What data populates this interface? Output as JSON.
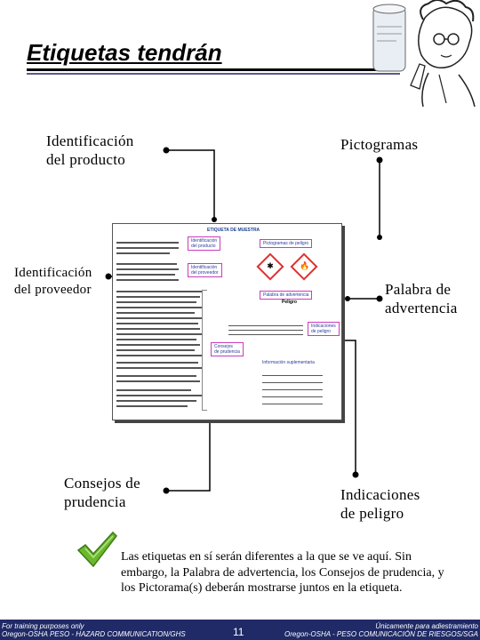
{
  "slide": {
    "title": "Etiquetas tendrán"
  },
  "callouts": {
    "ident_producto": "Identificación\ndel producto",
    "pictogramas": "Pictogramas",
    "ident_proveedor": "Identificación\ndel proveedor",
    "palabra_advertencia": "Palabra de\nadvertencia",
    "consejos_prudencia": "Consejos de\nprudencia",
    "indicaciones_peligro": "Indicaciones\nde peligro"
  },
  "sample_label": {
    "title": "ETIQUETA DE MUESTRA",
    "tags": {
      "ident_producto": "Identificación\ndel producto",
      "pictogramas": "Pictogramas de peligro",
      "ident_proveedor": "Identificación\ndel proveedor",
      "palabra": "Palabra de advertencia",
      "palabra_value": "Peligro",
      "indicaciones": "Indicaciones\nde peligro",
      "consejos": "Consejos\nde prudencia",
      "info_sup": "Información suplementaria"
    }
  },
  "note": "Las etiquetas en sí serán diferentes a la que se ve aquí.  Sin embargo, la Palabra de advertencia, los Consejos de prudencia, y los Pictorama(s) deberán mostrarse juntos en la etiqueta.",
  "footer": {
    "left": "For training purposes only\nOregon-OSHA PESO - HAZARD COMMUNICATION/GHS",
    "page": "11",
    "right": "Únicamente para adiestramiento\nOregon-OSHA - PESO COMUNICACIÓN DE RIESGOS/SGA"
  },
  "colors": {
    "footer_bg": "#1f2a66",
    "tag_border": "#c83bbf",
    "tag_text": "#2a3a9a",
    "pictogram_border": "#e03030"
  },
  "icons": {
    "professor": "professor-illustration",
    "check": "green-checkmark-icon",
    "health_hazard": "health-hazard-pictogram",
    "flame": "flame-pictogram"
  }
}
